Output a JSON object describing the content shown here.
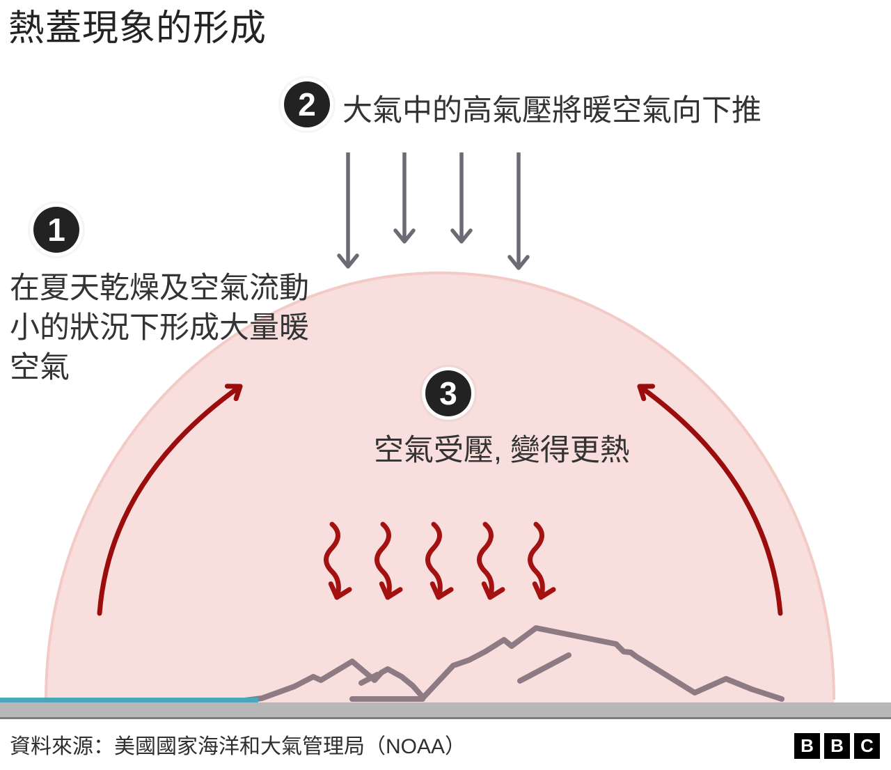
{
  "title": "熱蓋現象的形成",
  "steps": [
    {
      "number": "1",
      "text": "在夏天乾燥及空氣流動小的狀況下形成大量暖空氣"
    },
    {
      "number": "2",
      "text": "大氣中的高氣壓將暖空氣向下推"
    },
    {
      "number": "3",
      "text": "空氣受壓, 變得更熱"
    }
  ],
  "footer": {
    "source": "資料來源：美國國家海洋和大氣管理局（NOAA）",
    "logo_letters": [
      "B",
      "B",
      "C"
    ]
  },
  "icons": {
    "pressure_arrows": "four straight down-arrows (high pressure pushing down)",
    "rise_arrows": "two curved up-arrows along dome edges (warm air rising)",
    "heat_arrows": "five wavy down-arrows inside dome (compressed hot air)",
    "dome": "pink heat-dome semi-ellipse",
    "mountains": "mountain ridge outline",
    "ground": "teal and gray ground bars"
  },
  "colors": {
    "dome_fill": "#f8dfdd",
    "dome_edge": "#f2cac6",
    "pressure_arrow_gray": "#6b6b76",
    "rise_arrow_red": "#9b0d0d",
    "heat_arrow_red": "#a31111",
    "mountain": "#8d7a82",
    "ground_teal": "#49a7b9",
    "ground_gray": "#b8b8b8",
    "ground_line": "#7d7d7d",
    "circle_black": "#222222",
    "text_dark": "#2e2e2e"
  }
}
